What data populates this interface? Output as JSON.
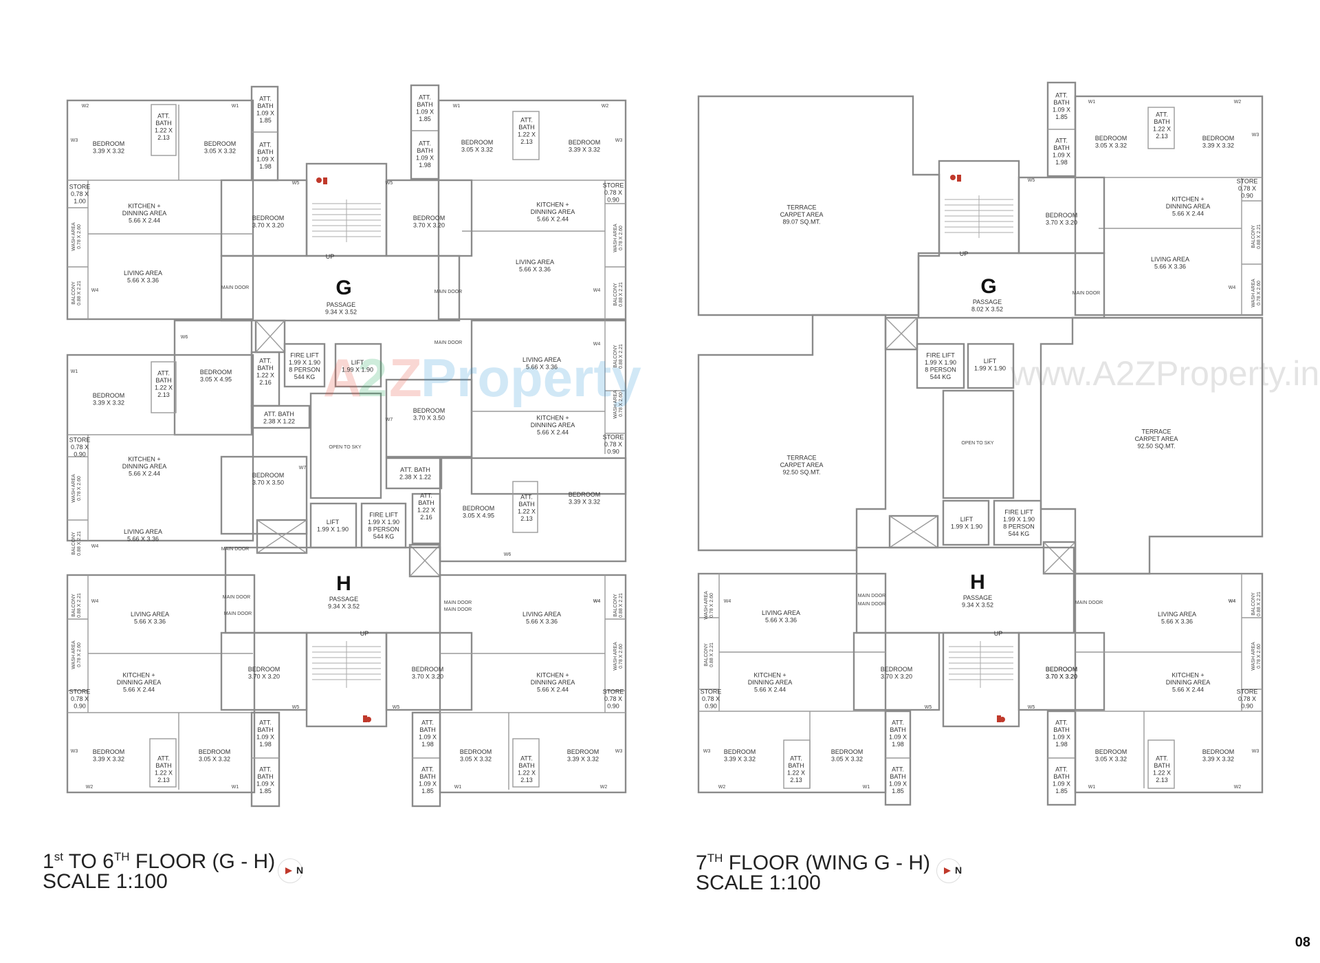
{
  "watermark": {
    "left": [
      "A",
      "2",
      "Z",
      " Property"
    ],
    "right": "www.A2ZProperty.in"
  },
  "left_plan": {
    "caption_main": "1",
    "caption_sup1": "st",
    "caption_mid": " TO 6",
    "caption_sup2": "TH",
    "caption_rest": " FLOOR (G - H)",
    "scale": "SCALE 1:100",
    "wing_g": "G",
    "wing_h": "H",
    "passage_g": [
      "PASSAGE",
      "9.34 X 3.52"
    ],
    "passage_h": [
      "PASSAGE",
      "9.34 X 3.52"
    ],
    "open_to_sky": "OPEN TO SKY",
    "rooms": [
      [
        "BEDROOM",
        "3.39 X 3.32"
      ],
      [
        "ATT.",
        "BATH",
        "1.22 X",
        "2.13"
      ],
      [
        "BEDROOM",
        "3.05 X 3.32"
      ],
      [
        "ATT.",
        "BATH",
        "1.09 X",
        "1.85"
      ],
      [
        "ATT.",
        "BATH",
        "1.09 X",
        "1.98"
      ],
      [
        "STORE",
        "0.78 X",
        "1.00"
      ],
      [
        "KITCHEN +",
        "DINNING AREA",
        "5.66 X 2.44"
      ],
      [
        "BEDROOM",
        "3.70 X 3.20"
      ],
      [
        "LIVING AREA",
        "5.66 X 3.36"
      ],
      [
        "ATT.",
        "BATH",
        "1.09 X",
        "1.85"
      ],
      [
        "ATT.",
        "BATH",
        "1.09 X",
        "1.98"
      ],
      [
        "BEDROOM",
        "3.05 X 3.32"
      ],
      [
        "ATT.",
        "BATH",
        "1.22 X",
        "2.13"
      ],
      [
        "BEDROOM",
        "3.39 X 3.32"
      ],
      [
        "STORE",
        "0.78 X",
        "0.90"
      ],
      [
        "KITCHEN +",
        "DINNING AREA",
        "5.66 X 2.44"
      ],
      [
        "BEDROOM",
        "3.70 X 3.20"
      ],
      [
        "LIVING AREA",
        "5.66 X 3.36"
      ],
      [
        "BEDROOM",
        "3.39 X 3.32"
      ],
      [
        "ATT.",
        "BATH",
        "1.22 X",
        "2.13"
      ],
      [
        "BEDROOM",
        "3.05 X 4.95"
      ],
      [
        "ATT.",
        "BATH",
        "1.22 X",
        "2.16"
      ],
      [
        "ATT. BATH",
        "2.38 X 1.22"
      ],
      [
        "FIRE LIFT",
        "1.99 X 1.90",
        "8 PERSON",
        "544 KG"
      ],
      [
        "LIFT",
        "1.99 X 1.90"
      ],
      [
        "STORE",
        "0.78 X",
        "0.90"
      ],
      [
        "KITCHEN +",
        "DINNING AREA",
        "5.66 X 2.44"
      ],
      [
        "BEDROOM",
        "3.70 X 3.50"
      ],
      [
        "LIVING AREA",
        "5.66 X 3.36"
      ],
      [
        "LIVING AREA",
        "5.66 X 3.36"
      ],
      [
        "BEDROOM",
        "3.70 X 3.50"
      ],
      [
        "KITCHEN +",
        "DINNING AREA",
        "5.66 X 2.44"
      ],
      [
        "STORE",
        "0.78 X",
        "0.90"
      ],
      [
        "ATT. BATH",
        "2.38 X 1.22"
      ],
      [
        "ATT.",
        "BATH",
        "1.22 X",
        "2.16"
      ],
      [
        "BEDROOM",
        "3.05 X 4.95"
      ],
      [
        "ATT.",
        "BATH",
        "1.22 X",
        "2.13"
      ],
      [
        "BEDROOM",
        "3.39 X 3.32"
      ],
      [
        "LIFT",
        "1.99 X 1.90"
      ],
      [
        "FIRE LIFT",
        "1.99 X 1.90",
        "8 PERSON",
        "544 KG"
      ],
      [
        "LIVING AREA",
        "5.66 X 3.36"
      ],
      [
        "KITCHEN +",
        "DINNING AREA",
        "5.66 X 2.44"
      ],
      [
        "STORE",
        "0.78 X",
        "0.90"
      ],
      [
        "BEDROOM",
        "3.70 X 3.20"
      ],
      [
        "BEDROOM",
        "3.39 X 3.32"
      ],
      [
        "ATT.",
        "BATH",
        "1.22 X",
        "2.13"
      ],
      [
        "BEDROOM",
        "3.05 X 3.32"
      ],
      [
        "ATT.",
        "BATH",
        "1.09 X",
        "1.98"
      ],
      [
        "ATT.",
        "BATH",
        "1.09 X",
        "1.85"
      ],
      [
        "BEDROOM",
        "3.70 X 3.20"
      ],
      [
        "LIVING AREA",
        "5.66 X 3.36"
      ],
      [
        "KITCHEN +",
        "DINNING AREA",
        "5.66 X 2.44"
      ],
      [
        "STORE",
        "0.78 X",
        "0.90"
      ],
      [
        "ATT.",
        "BATH",
        "1.09 X",
        "1.98"
      ],
      [
        "ATT.",
        "BATH",
        "1.09 X",
        "1.85"
      ],
      [
        "BEDROOM",
        "3.05 X 3.32"
      ],
      [
        "ATT.",
        "BATH",
        "1.22 X",
        "2.13"
      ],
      [
        "BEDROOM",
        "3.39 X 3.32"
      ]
    ],
    "side_labels": [
      [
        "WASH AREA",
        "0.78 X 2.60"
      ],
      [
        "BALCONY",
        "0.88 X 2.21"
      ],
      [
        "WASH AREA",
        "0.78 X 2.60"
      ],
      [
        "BALCONY",
        "0.88 X 2.21"
      ],
      [
        "BALCONY",
        "0.88 X 2.21"
      ],
      [
        "WASH AREA",
        "0.78 X 2.60"
      ],
      [
        "WASH AREA",
        "0.78 X 2.60"
      ],
      [
        "BALCONY",
        "0.88 X 2.21"
      ],
      [
        "BALCONY",
        "0.88 X 2.21"
      ],
      [
        "WASH AREA",
        "0.78 X 2.60"
      ],
      [
        "BALCONY",
        "0.88 X 2.21"
      ],
      [
        "WASH AREA",
        "0.78 X 2.60"
      ]
    ],
    "windows": [
      "W2",
      "W1",
      "W3",
      "W5",
      "W4",
      "W1",
      "W2",
      "W3",
      "W5",
      "W4",
      "W6",
      "W1",
      "W7",
      "W4",
      "W7",
      "W6",
      "W4",
      "W4",
      "W5",
      "W5",
      "W4",
      "W3",
      "W2",
      "W1",
      "W1",
      "W2",
      "W3",
      "W4"
    ],
    "misc": [
      "UP",
      "UP",
      "MAIN DOOR",
      "MAIN DOOR",
      "MAIN DOOR",
      "MAIN DOOR",
      "MAIN DOOR",
      "MAIN DOOR",
      "MAIN DOOR",
      "MAIN DOOR"
    ]
  },
  "right_plan": {
    "caption_main": "7",
    "caption_sup": "TH",
    "caption_rest": " FLOOR (WING G - H)",
    "scale": "SCALE 1:100",
    "wing_g": "G",
    "wing_h": "H",
    "passage_g": [
      "PASSAGE",
      "8.02 X 3.52"
    ],
    "passage_h": [
      "PASSAGE",
      "9.34 X 3.52"
    ],
    "open_to_sky": "OPEN TO SKY",
    "terraces": [
      [
        "TERRACE",
        "CARPET AREA",
        "89.07 SQ.MT."
      ],
      [
        "TERRACE",
        "CARPET AREA",
        "92.50 SQ.MT."
      ],
      [
        "TERRACE",
        "CARPET AREA",
        "92.50 SQ.MT."
      ]
    ],
    "rooms": [
      [
        "ATT.",
        "BATH",
        "1.09 X",
        "1.85"
      ],
      [
        "ATT.",
        "BATH",
        "1.09 X",
        "1.98"
      ],
      [
        "BEDROOM",
        "3.05 X 3.32"
      ],
      [
        "ATT.",
        "BATH",
        "1.22 X",
        "2.13"
      ],
      [
        "BEDROOM",
        "3.39 X 3.32"
      ],
      [
        "STORE",
        "0.78 X",
        "0.90"
      ],
      [
        "KITCHEN +",
        "DINNING AREA",
        "5.66 X 2.44"
      ],
      [
        "BEDROOM",
        "3.70 X 3.20"
      ],
      [
        "LIVING AREA",
        "5.66 X 3.36"
      ],
      [
        "FIRE LIFT",
        "1.99 X 1.90",
        "8 PERSON",
        "544 KG"
      ],
      [
        "LIFT",
        "1.99 X 1.90"
      ],
      [
        "LIFT",
        "1.99 X 1.90"
      ],
      [
        "FIRE LIFT",
        "1.99 X 1.90",
        "8 PERSON",
        "544 KG"
      ],
      [
        "LIVING AREA",
        "5.66 X 3.36"
      ],
      [
        "KITCHEN +",
        "DINNING AREA",
        "5.66 X 2.44"
      ],
      [
        "STORE",
        "0.78 X",
        "0.90"
      ],
      [
        "BEDROOM",
        "3.70 X 3.20"
      ],
      [
        "BEDROOM",
        "3.39 X 3.32"
      ],
      [
        "ATT.",
        "BATH",
        "1.22 X",
        "2.13"
      ],
      [
        "BEDROOM",
        "3.05 X 3.32"
      ],
      [
        "ATT.",
        "BATH",
        "1.09 X",
        "1.98"
      ],
      [
        "ATT.",
        "BATH",
        "1.09 X",
        "1.85"
      ],
      [
        "BEDROOM",
        "3.70 X 3.20"
      ],
      [
        "BEDROOM",
        "3.70 X 3.20"
      ],
      [
        "ATT.",
        "BATH",
        "1.09 X",
        "1.98"
      ],
      [
        "ATT.",
        "BATH",
        "1.09 X",
        "1.85"
      ],
      [
        "BEDROOM",
        "3.05 X 3.32"
      ],
      [
        "ATT.",
        "BATH",
        "1.22 X",
        "2.13"
      ],
      [
        "BEDROOM",
        "3.39 X 3.32"
      ],
      [
        "LIVING AREA",
        "5.66 X 3.36"
      ],
      [
        "KITCHEN +",
        "DINNING AREA",
        "5.66 X 2.44"
      ],
      [
        "STORE",
        "0.78 X",
        "0.90"
      ]
    ],
    "side_labels": [
      [
        "WASH AREA",
        "0.78 X 2.60"
      ],
      [
        "BALCONY",
        "0.88 X 2.21"
      ],
      [
        "BALCONY",
        "0.88 X 2.21"
      ],
      [
        "WASH AREA",
        "0.78 X 2.60"
      ],
      [
        "BALCONY",
        "0.88 X 2.21"
      ],
      [
        "WASH AREA",
        "0.78 X 2.60"
      ]
    ],
    "windows": [
      "W1",
      "W2",
      "W3",
      "W5",
      "W4",
      "W4",
      "W4",
      "W3",
      "W2",
      "W1",
      "W5",
      "W5",
      "W4",
      "W3",
      "W2",
      "W1"
    ],
    "misc": [
      "UP",
      "UP",
      "MAIN DOOR",
      "MAIN DOOR",
      "MAIN DOOR",
      "MAIN DOOR"
    ]
  },
  "page_number": "08"
}
